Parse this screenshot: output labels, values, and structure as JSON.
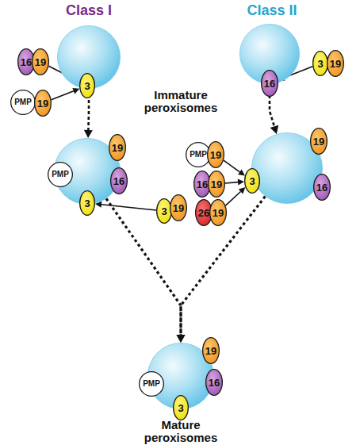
{
  "diagram": {
    "nodes": [
      {
        "text": []
      },
      {
        "text": [
          "3"
        ],
        "in": 0
      },
      {
        "text": [
          "16"
        ]
      },
      {
        "text": [
          "19"
        ]
      },
      {
        "text": [
          "PMP"
        ]
      },
      {
        "text": [
          "19"
        ]
      },
      {
        "text": []
      },
      {
        "text": [
          "16"
        ],
        "in": 6
      },
      {
        "text": [
          "3"
        ]
      },
      {
        "text": [
          "19"
        ]
      },
      {
        "text": []
      },
      {
        "text": [
          "19"
        ],
        "in": 10
      },
      {
        "text": [
          "PMP"
        ],
        "in": 10
      },
      {
        "text": [
          "16"
        ],
        "in": 10
      },
      {
        "text": [
          "3"
        ],
        "in": 10
      },
      {
        "text": [
          "3"
        ]
      },
      {
        "text": [
          "19"
        ]
      },
      {
        "text": [
          "PMP"
        ]
      },
      {
        "text": [
          "19"
        ]
      },
      {
        "text": [
          "16"
        ]
      },
      {
        "text": [
          "19"
        ]
      },
      {
        "text": [
          "26"
        ]
      },
      {
        "text": [
          "19"
        ]
      },
      {
        "text": []
      },
      {
        "text": [
          "19"
        ],
        "in": 23
      },
      {
        "text": [
          "3"
        ],
        "in": 23
      },
      {
        "text": [
          "16"
        ],
        "in": 23
      },
      {
        "text": []
      },
      {
        "text": [
          "19"
        ],
        "in": 27
      },
      {
        "text": [
          "16"
        ],
        "in": 27
      },
      {
        "text": [
          "PMP"
        ],
        "in": 27
      },
      {
        "text": [
          "3"
        ],
        "in": 27
      }
    ],
    "edges": [
      {
        "from": 3,
        "to": 1,
        "arrow": "to"
      },
      {
        "from": 5,
        "to": 1,
        "arrow": "to"
      },
      {
        "from": 0,
        "to": 10,
        "arrow": "to"
      },
      {
        "from": 8,
        "to": 7,
        "arrow": "to"
      },
      {
        "from": 6,
        "to": 23,
        "arrow": "to"
      },
      {
        "from": 15,
        "to": 14,
        "arrow": "to"
      },
      {
        "from": 18,
        "to": 25,
        "arrow": "to"
      },
      {
        "from": 20,
        "to": 25,
        "arrow": "to"
      },
      {
        "from": 22,
        "to": 25,
        "arrow": "to"
      },
      {
        "from": 10,
        "to": 27,
        "arrow": "to"
      },
      {
        "from": 23,
        "to": 27,
        "arrow": "to"
      }
    ],
    "labels": [
      "Class I",
      "Class II",
      "Immature peroxisomes",
      "Mature peroxisomes"
    ]
  }
}
